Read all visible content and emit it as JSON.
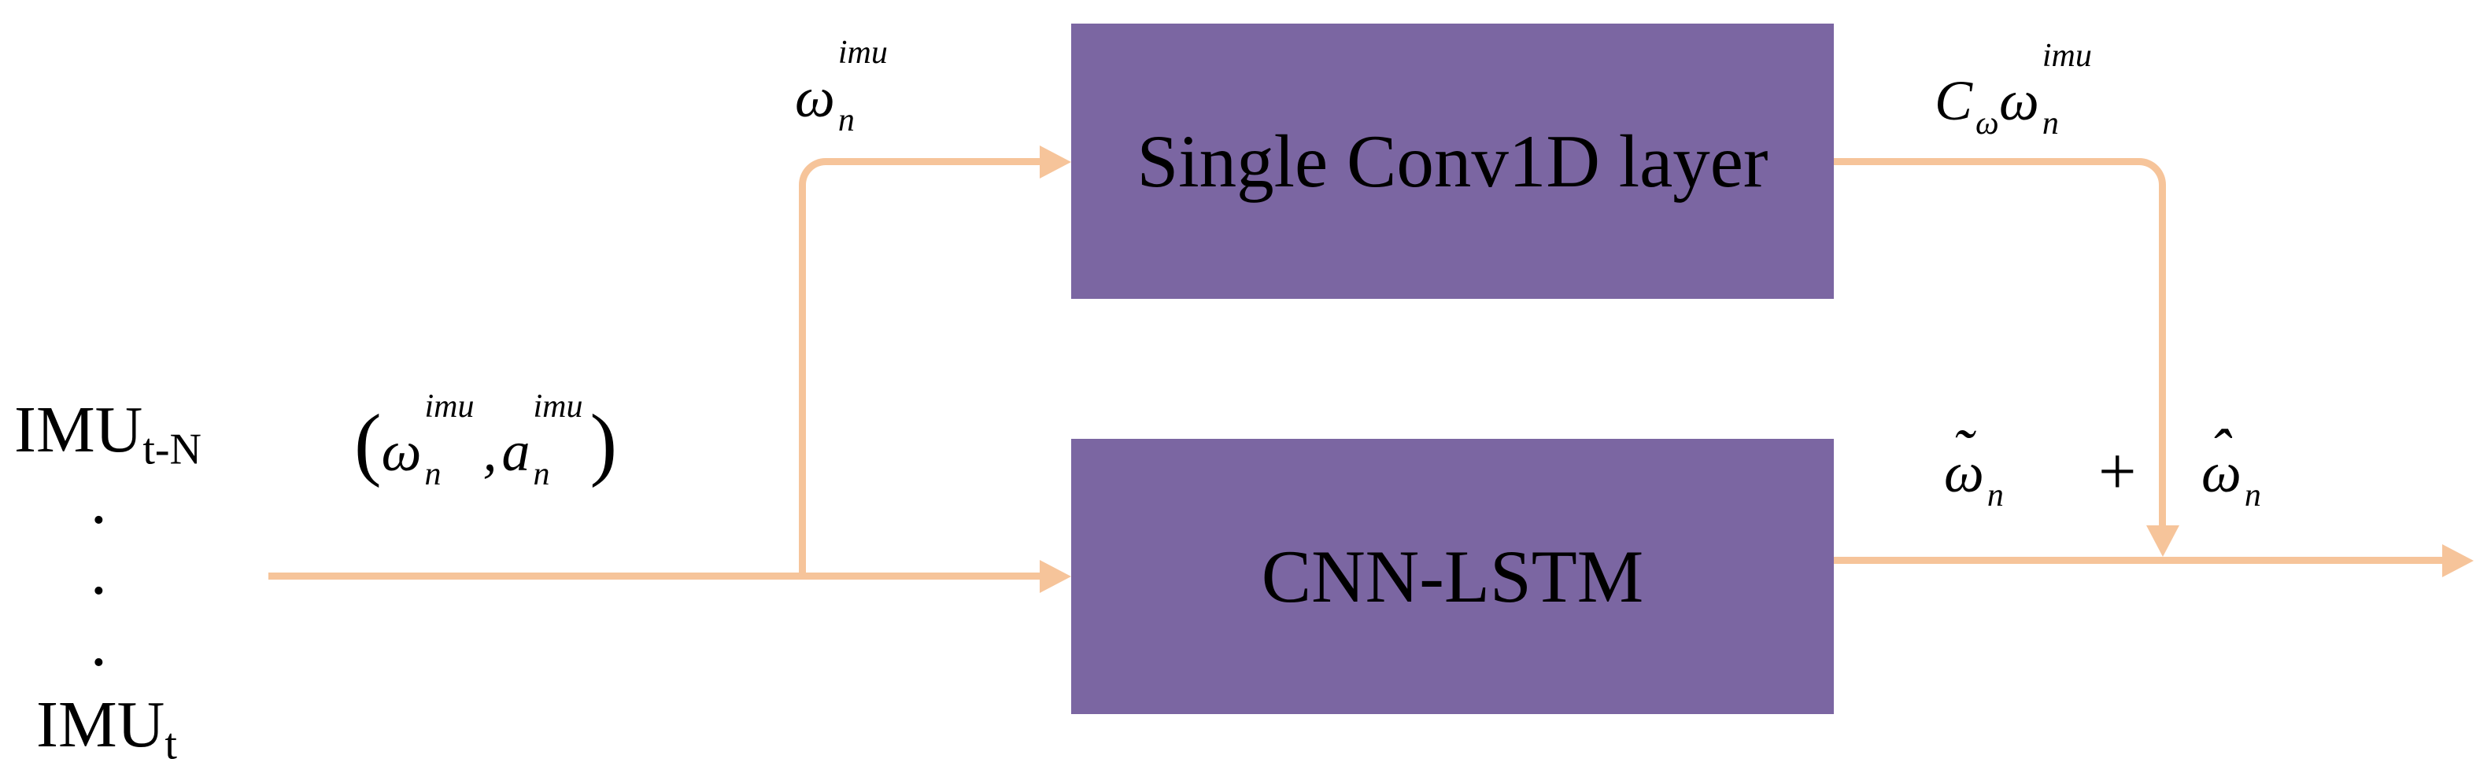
{
  "diagram": {
    "colors": {
      "arrow": "#F6C49A",
      "box": "#7B66A2",
      "text": "#000000",
      "background": "#FFFFFF"
    },
    "left_inputs": {
      "top": {
        "base": "IMU",
        "sub": "t-N"
      },
      "bottom": {
        "base": "IMU",
        "sub": "t"
      },
      "dot": "•"
    },
    "labels": {
      "input_pair": {
        "open_paren": "(",
        "omega": {
          "base": "ω",
          "sup": "imu",
          "sub": "n"
        },
        "comma": ",",
        "accel": {
          "base": "a",
          "sup": "imu",
          "sub": "n"
        },
        "close_paren": ")"
      },
      "gyro_branch": {
        "base": "ω",
        "sup": "imu",
        "sub": "n"
      },
      "conv_output": {
        "coeff_base": "C",
        "coeff_sub": "ω",
        "omega": {
          "base": "ω",
          "sup": "imu",
          "sub": "n"
        }
      },
      "lstm_output": {
        "accent": "˜",
        "base": "ω",
        "sub": "n"
      },
      "plus_sign": "+",
      "final_output": {
        "accent": "ˆ",
        "base": "ω",
        "sub": "n"
      }
    },
    "boxes": {
      "conv": {
        "label": "Single Conv1D layer"
      },
      "lstm": {
        "label": "CNN-LSTM"
      }
    }
  }
}
